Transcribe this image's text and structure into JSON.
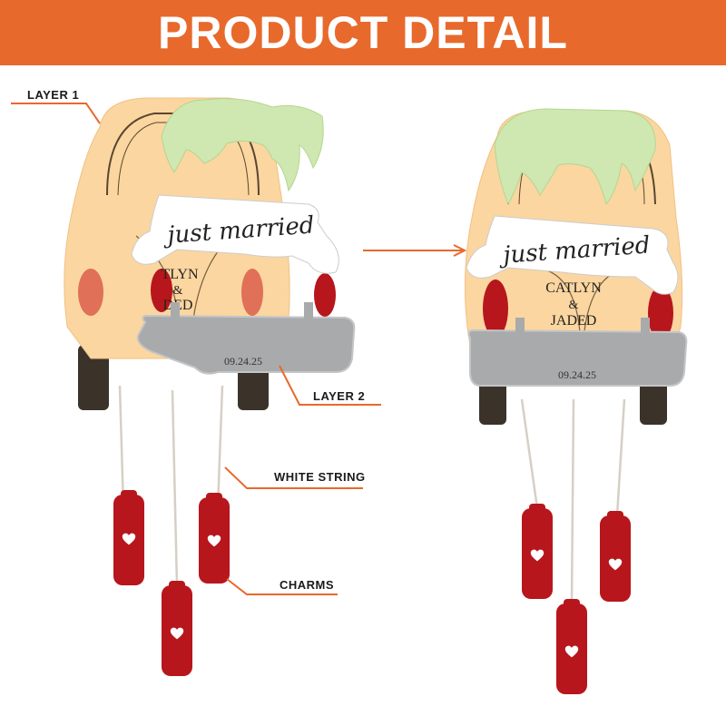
{
  "banner": {
    "title": "PRODUCT DETAIL"
  },
  "callouts": {
    "layer1": "LAYER 1",
    "layer2": "LAYER 2",
    "string": "WHITE STRING",
    "charms": "CHARMS"
  },
  "product": {
    "banner_text": "just married",
    "name1": "CATLYN",
    "amp": "&",
    "name2": "JADED",
    "name1_partial": "TLYN",
    "name2_partial": "DED",
    "date": "09.24.25"
  },
  "colors": {
    "accent": "#e8692c",
    "car_body": "#fbd6a0",
    "bumper": "#a9aaab",
    "charm": "#b7161c",
    "garland": "#cfe7b0"
  }
}
